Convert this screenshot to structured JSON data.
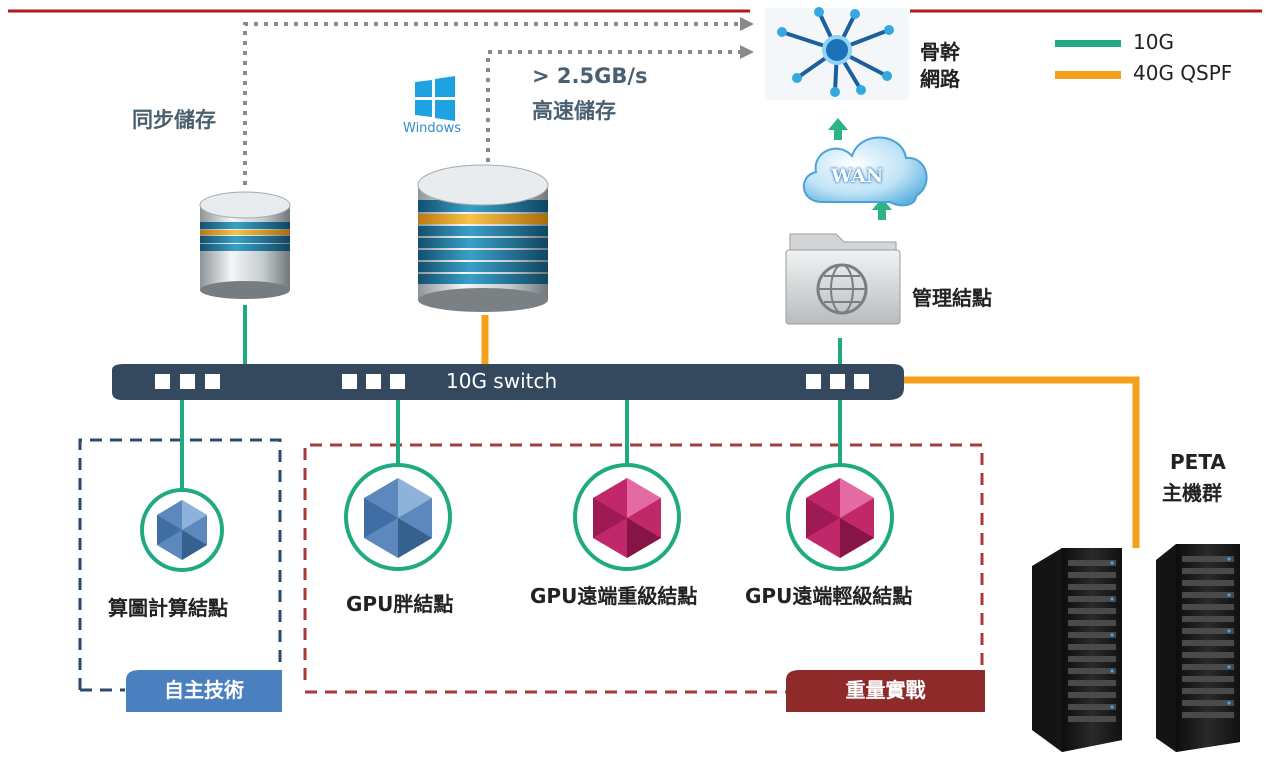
{
  "labels": {
    "sync_storage": "同步儲存",
    "speed": "> 2.5GB/s",
    "fast_storage": "高速儲存",
    "windows": "Windows",
    "backbone_line1": "骨幹",
    "backbone_line2": "網路",
    "wan": "WAN",
    "mgmt_node": "管理結點",
    "switch": "10G switch",
    "peta_line1": "PETA",
    "peta_line2": "主機群",
    "node_compute": "算圖計算結點",
    "node_gpu_fat": "GPU胖結點",
    "node_gpu_heavy": "GPU遠端重級結點",
    "node_gpu_light": "GPU遠端輕級結點",
    "group_self": "自主技術",
    "group_heavy": "重量實戰"
  },
  "legend": [
    {
      "label": "10G",
      "color": "#1faa82"
    },
    {
      "label": "40G QSPF",
      "color": "#f5a01a"
    }
  ],
  "colors": {
    "line_10g": "#1faa82",
    "line_40g": "#f5a01a",
    "top_rule": "#b11a1a",
    "switch_body": "#34495e",
    "group_self_border": "#2c4a6e",
    "group_heavy_border": "#a83a3a",
    "tab_self": "#4a7fc0",
    "tab_heavy": "#8f2a2a"
  },
  "icons": {
    "storage": "database-icon",
    "backbone": "network-hub-icon",
    "wan": "cloud-icon",
    "mgmt": "folder-globe-icon",
    "node": "gem-icon",
    "server": "server-rack-icon"
  }
}
